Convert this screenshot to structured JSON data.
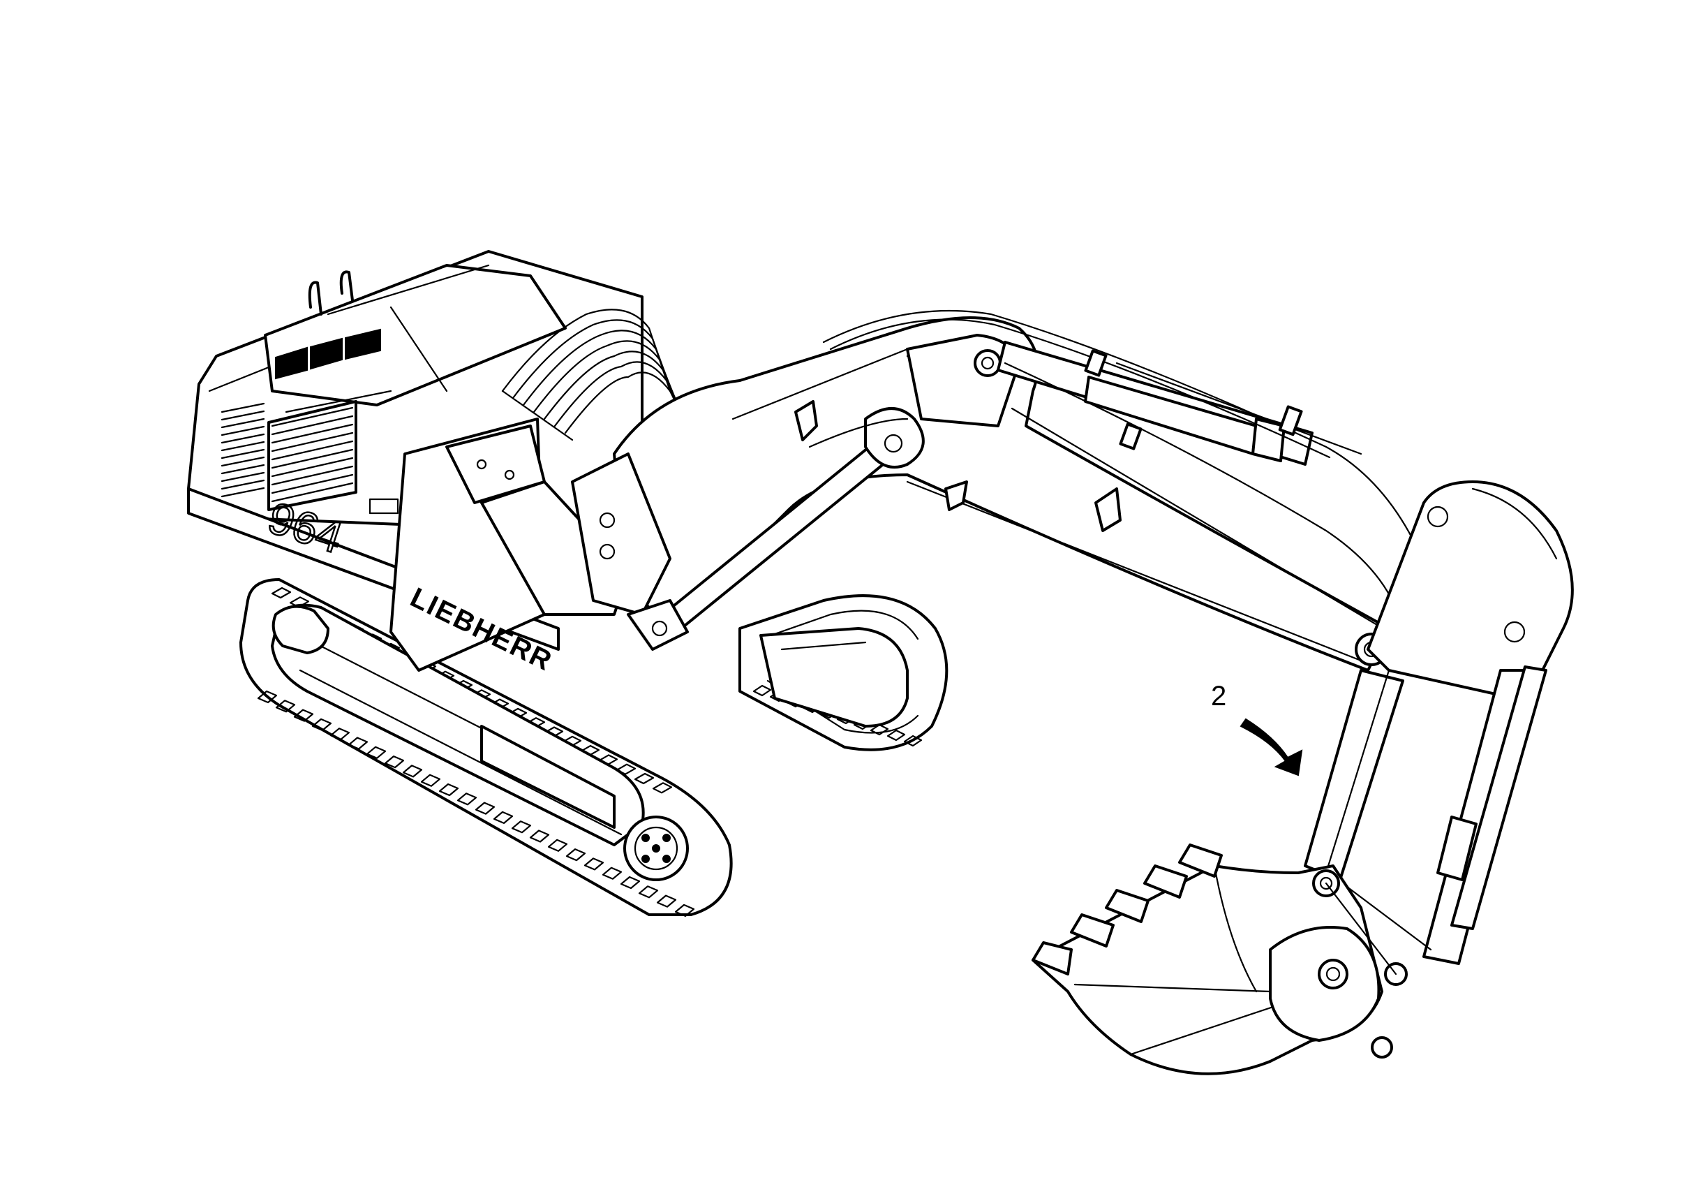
{
  "figure": {
    "callouts": [
      {
        "label": "2"
      }
    ],
    "machine_markings": {
      "brand": "LIEBHERR",
      "model": "964"
    },
    "colors": {
      "line": "#000000",
      "background": "#ffffff"
    }
  }
}
